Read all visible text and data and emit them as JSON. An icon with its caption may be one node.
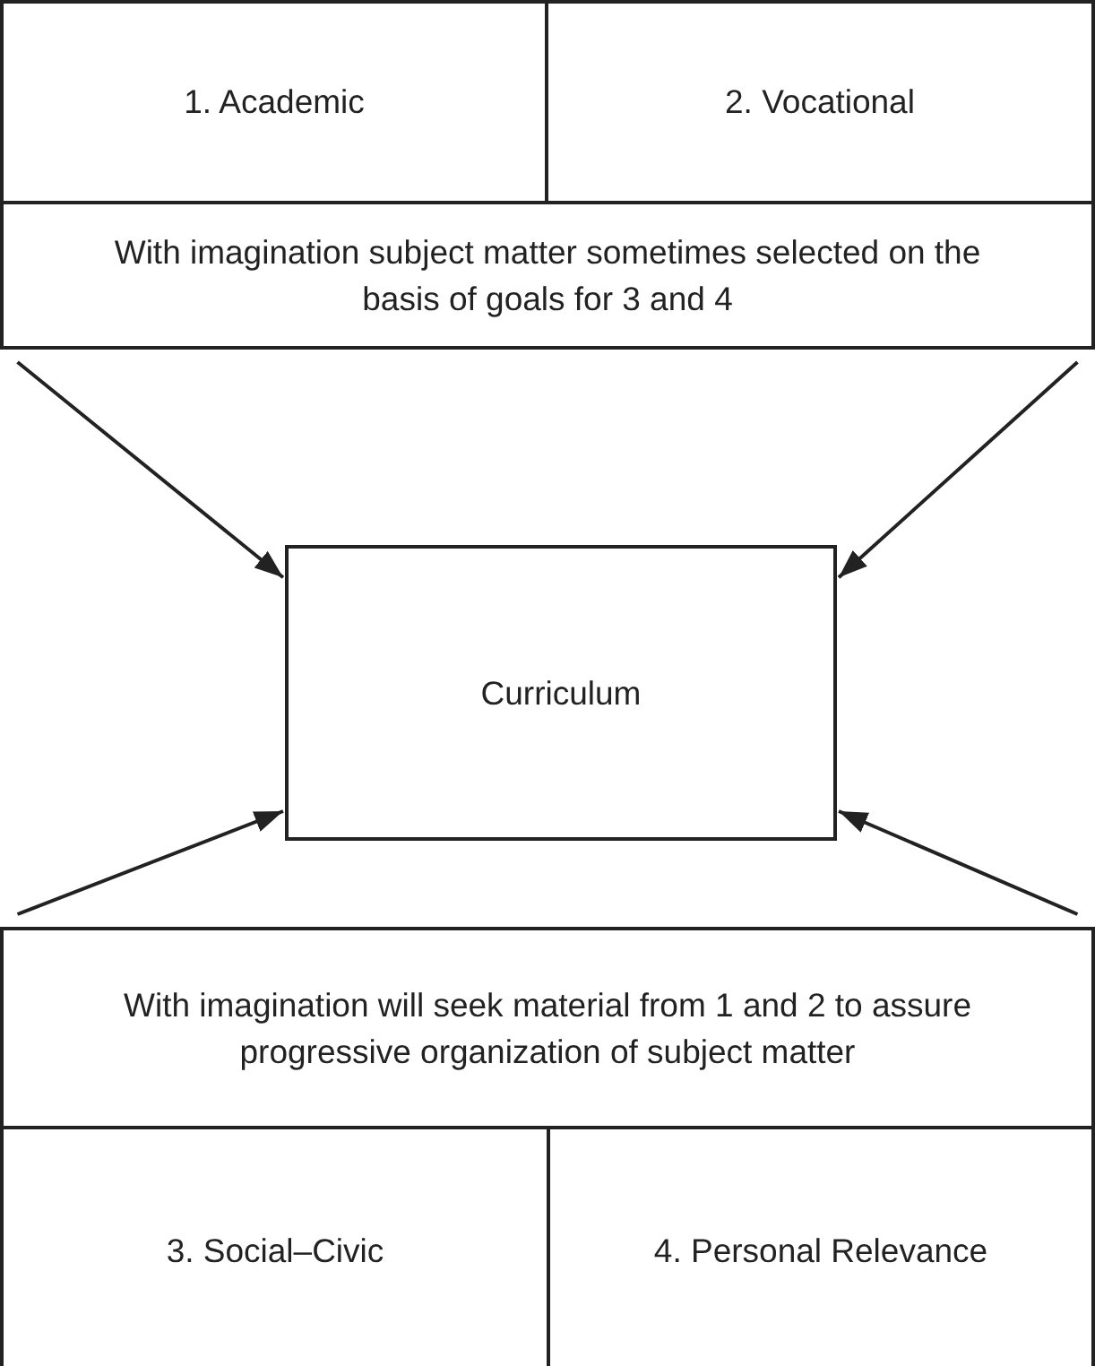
{
  "diagram": {
    "nodes": [
      {
        "text": [],
        "shape": "box"
      },
      {
        "text": [
          "1. Academic"
        ],
        "in": 0
      },
      {
        "text": [
          "2. Vocational"
        ],
        "in": 0
      },
      {
        "text": [
          "With imagination subject matter sometimes selected on the basis of goals for 3 and 4"
        ],
        "in": 0
      },
      {
        "text": [
          "Curriculum"
        ]
      },
      {
        "text": [],
        "shape": "box"
      },
      {
        "text": [
          "With imagination will seek material from 1 and 2 to assure progressive organization of subject matter"
        ],
        "in": 5
      },
      {
        "text": [
          "3. Social–Civic"
        ],
        "in": 5
      },
      {
        "text": [
          "4. Personal Relevance"
        ],
        "in": 5
      }
    ],
    "edges": [
      {
        "from": 0,
        "to": 4,
        "arrow": "to"
      },
      {
        "from": 0,
        "to": 4,
        "arrow": "to"
      },
      {
        "from": 5,
        "to": 4,
        "arrow": "to"
      },
      {
        "from": 5,
        "to": 4,
        "arrow": "to"
      }
    ]
  }
}
